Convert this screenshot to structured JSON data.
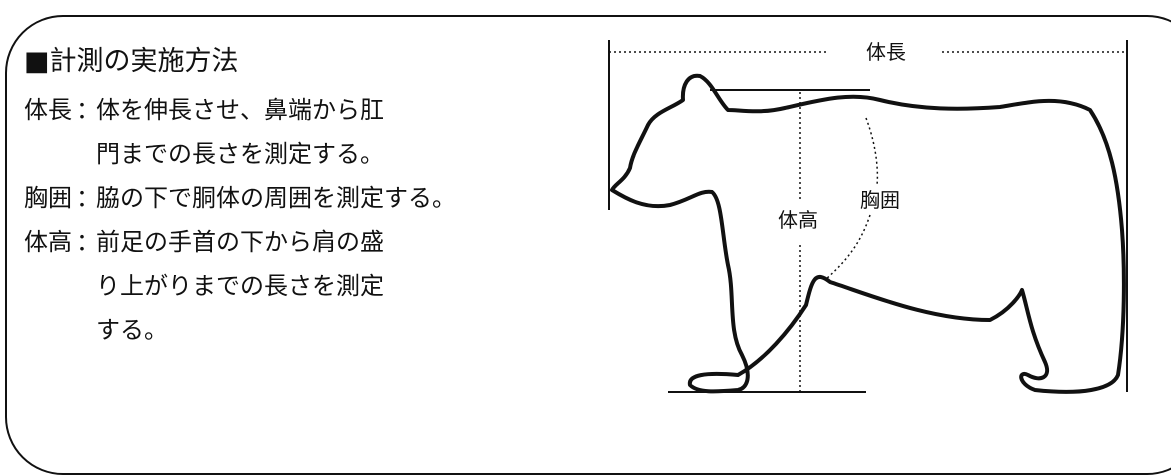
{
  "method": {
    "heading": "■計測の実施方法",
    "items": [
      {
        "term": "体長",
        "sep": "：",
        "desc": "体を伸長させ、鼻端から肛門までの長さを測定する。"
      },
      {
        "term": "胸囲",
        "sep": "：",
        "desc": "脇の下で胴体の周囲を測定する。"
      },
      {
        "term": "体高",
        "sep": "：",
        "desc": "前足の手首の下から肩の盛り上がりまでの長さを測定する。"
      }
    ]
  },
  "diagram": {
    "label_body_length": "体長",
    "label_chest_girth": "胸囲",
    "label_height": "体高"
  }
}
